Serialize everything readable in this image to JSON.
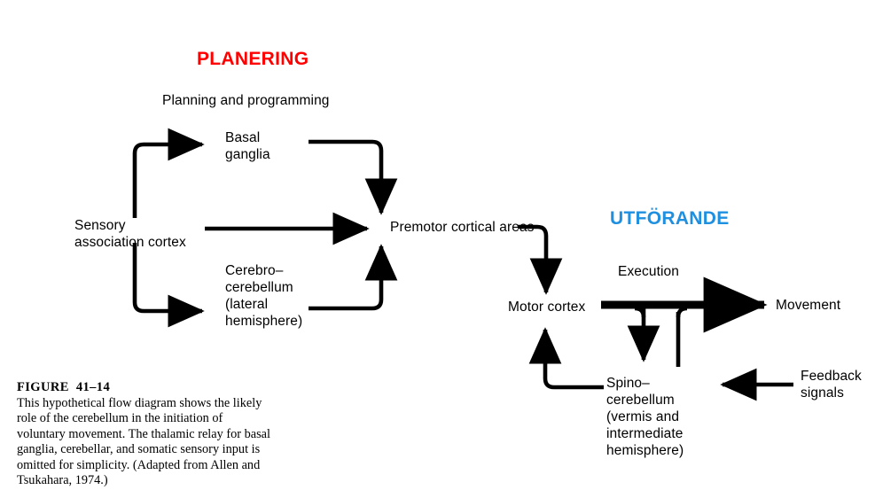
{
  "figure": {
    "headings": {
      "planning": "PLANERING",
      "execution": "UTFÖRANDE"
    },
    "section_labels": {
      "planning": "Planning and programming",
      "execution": "Execution"
    },
    "nodes": {
      "sensory": "Sensory\nassociation cortex",
      "basal_ganglia": "Basal\nganglia",
      "cerebro_cerebellum": "Cerebro–\ncerebellum\n(lateral\nhemisphere)",
      "premotor": "Premotor cortical areas",
      "motor_cortex": "Motor cortex",
      "spino_cerebellum": "Spino–\ncerebellum\n(vermis and\nintermediate\nhemisphere)",
      "movement": "Movement",
      "feedback": "Feedback\nsignals"
    },
    "caption": {
      "title": "FIGURE  41–14",
      "body": "This hypothetical flow diagram shows the likely role of the cerebellum in the initiation of voluntary movement. The thalamic relay for basal ganglia, cerebellar, and somatic sensory input is omitted for simplicity. (Adapted from Allen and Tsukahara, 1974.)"
    },
    "colors": {
      "planning_heading": "#ff0000",
      "execution_heading": "#1f8fe0",
      "arrows": "#000000",
      "background": "#ffffff"
    }
  }
}
